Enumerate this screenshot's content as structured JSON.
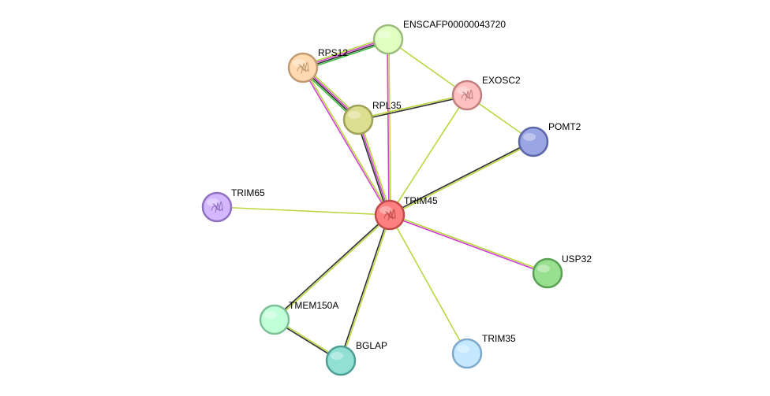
{
  "network": {
    "nodes": [
      {
        "id": "TRIM45",
        "label": "TRIM45",
        "fill": "#ff8080",
        "stroke": "#c04a4a",
        "icon": "protein-structure-icon"
      },
      {
        "id": "ENSCAFP00000043720",
        "label": "ENSCAFP00000043720",
        "fill": "#e0ffc0",
        "stroke": "#9cbc7c"
      },
      {
        "id": "RPS12",
        "label": "RPS12",
        "fill": "#ffd9b0",
        "stroke": "#c09a72",
        "icon": "protein-structure-icon"
      },
      {
        "id": "RPL35",
        "label": "RPL35",
        "fill": "#dede90",
        "stroke": "#a0a058"
      },
      {
        "id": "EXOSC2",
        "label": "EXOSC2",
        "fill": "#ffc0c0",
        "stroke": "#c08080",
        "icon": "protein-structure-icon"
      },
      {
        "id": "POMT2",
        "label": "POMT2",
        "fill": "#9aa6e4",
        "stroke": "#5a66a8"
      },
      {
        "id": "TRIM65",
        "label": "TRIM65",
        "fill": "#d4b8ff",
        "stroke": "#9070c0",
        "icon": "protein-structure-icon"
      },
      {
        "id": "USP32",
        "label": "USP32",
        "fill": "#98e090",
        "stroke": "#5aa052"
      },
      {
        "id": "TMEM150A",
        "label": "TMEM150A",
        "fill": "#c0ffd8",
        "stroke": "#7cc098"
      },
      {
        "id": "BGLAP",
        "label": "BGLAP",
        "fill": "#90e0d4",
        "stroke": "#4ea094"
      },
      {
        "id": "TRIM35",
        "label": "TRIM35",
        "fill": "#c4e8ff",
        "stroke": "#80a8c8"
      }
    ],
    "edges": [
      {
        "source": "RPS12",
        "target": "ENSCAFP00000043720",
        "colors": [
          "#b8d840",
          "#d040d0",
          "#303030",
          "#40c040"
        ]
      },
      {
        "source": "RPS12",
        "target": "RPL35",
        "colors": [
          "#b8d840",
          "#d040d0",
          "#303030",
          "#40c040"
        ]
      },
      {
        "source": "RPS12",
        "target": "TRIM45",
        "colors": [
          "#b8d840",
          "#d040d0"
        ]
      },
      {
        "source": "ENSCAFP00000043720",
        "target": "TRIM45",
        "colors": [
          "#b8d840",
          "#d040d0"
        ]
      },
      {
        "source": "ENSCAFP00000043720",
        "target": "EXOSC2",
        "colors": [
          "#b8d840"
        ]
      },
      {
        "source": "RPL35",
        "target": "EXOSC2",
        "colors": [
          "#b8d840",
          "#303030"
        ]
      },
      {
        "source": "RPL35",
        "target": "TRIM45",
        "colors": [
          "#b8d840",
          "#d040d0",
          "#303030"
        ]
      },
      {
        "source": "EXOSC2",
        "target": "TRIM45",
        "colors": [
          "#b8d840"
        ]
      },
      {
        "source": "EXOSC2",
        "target": "POMT2",
        "colors": [
          "#b8d840"
        ]
      },
      {
        "source": "POMT2",
        "target": "TRIM45",
        "colors": [
          "#b8d840",
          "#303030"
        ]
      },
      {
        "source": "TRIM65",
        "target": "TRIM45",
        "colors": [
          "#b8d840"
        ]
      },
      {
        "source": "TRIM45",
        "target": "USP32",
        "colors": [
          "#b8d840",
          "#d040d0"
        ]
      },
      {
        "source": "TRIM45",
        "target": "TMEM150A",
        "colors": [
          "#b8d840",
          "#303030"
        ]
      },
      {
        "source": "TRIM45",
        "target": "BGLAP",
        "colors": [
          "#b8d840",
          "#303030"
        ]
      },
      {
        "source": "TRIM45",
        "target": "TRIM35",
        "colors": [
          "#b8d840"
        ]
      },
      {
        "source": "TMEM150A",
        "target": "BGLAP",
        "colors": [
          "#b8d840",
          "#303030"
        ]
      }
    ]
  }
}
